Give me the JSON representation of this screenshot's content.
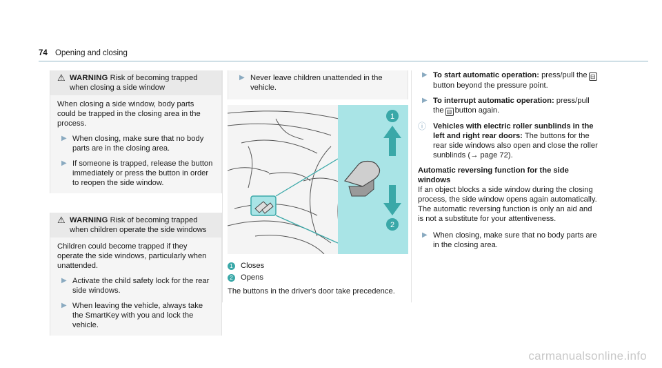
{
  "header": {
    "page_number": "74",
    "section_title": "Opening and closing"
  },
  "col1": {
    "warning1": {
      "label": "WARNING",
      "title": "Risk of becoming trapped when closing a side window",
      "body": "When closing a side window, body parts could be trapped in the closing area in the process.",
      "steps": [
        "When closing, make sure that no body parts are in the closing area.",
        "If someone is trapped, release the button immediately or press the button in order to reopen the side window."
      ]
    },
    "warning2": {
      "label": "WARNING",
      "title": "Risk of becoming trapped when children operate the side windows",
      "body": "Children could become trapped if they operate the side windows, particularly when unattended.",
      "steps": [
        "Activate the child safety lock for the rear side windows.",
        "When leaving the vehicle, always take the SmartKey with you and lock the vehicle."
      ]
    }
  },
  "col2": {
    "top_step": "Never leave children unattended in the vehicle.",
    "legend": [
      {
        "num": "1",
        "label": "Closes"
      },
      {
        "num": "2",
        "label": "Opens"
      }
    ],
    "note": "The buttons in the driver's door take precedence."
  },
  "col3": {
    "step_start_label": "To start automatic operation:",
    "step_start_pre": "press/pull the",
    "step_start_post": "button beyond the pressure point.",
    "step_interrupt_label": "To interrupt automatic operation:",
    "step_interrupt_pre": "press/pull the",
    "step_interrupt_post": "button again.",
    "info_label": "Vehicles with electric roller sunblinds in the left and right rear doors:",
    "info_text": "The buttons for the rear side windows also open and close the roller sunblinds (→ page 72).",
    "heading": "Automatic reversing function for the side windows",
    "paragraph": "If an object blocks a side window during the closing process, the side window opens again automatically. The automatic reversing function is only an aid and is not a substitute for your attentiveness.",
    "step_last": "When closing, make sure that no body parts are in the closing area."
  },
  "icons": {
    "step": "triangle-right-icon",
    "warning": "warning-triangle-icon",
    "info": "info-icon",
    "key": "window-button-icon"
  },
  "colors": {
    "accent": "#3aa8a8",
    "highlight": "#a9e4e6",
    "arrow": "#8aaac0"
  },
  "watermark": "carmanualsonline.info"
}
